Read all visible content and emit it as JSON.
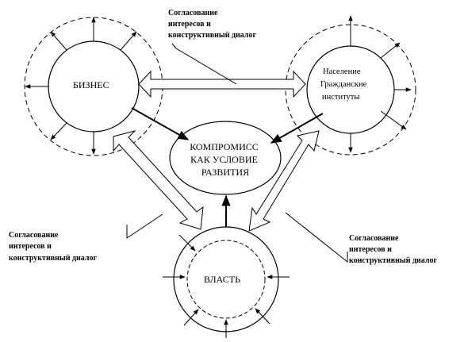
{
  "nodes": {
    "business": {
      "label": "БИЗНЕС"
    },
    "population": {
      "lines": [
        "Население",
        "Гражданские",
        "институты"
      ]
    },
    "compromise": {
      "lines": [
        "КОМПРОМИСС",
        "КАК УСЛОВИЕ",
        "РАЗВИТИЯ"
      ]
    },
    "power": {
      "label": "ВЛАСТЬ"
    }
  },
  "notes": {
    "top": [
      "Согласование",
      "интересов и",
      "конструктивный диалог"
    ],
    "left": [
      "Согласование",
      "интересов и",
      "конструктивный диалог"
    ],
    "right": [
      "Согласование",
      "интересов и",
      "конструктивный диалог"
    ]
  }
}
